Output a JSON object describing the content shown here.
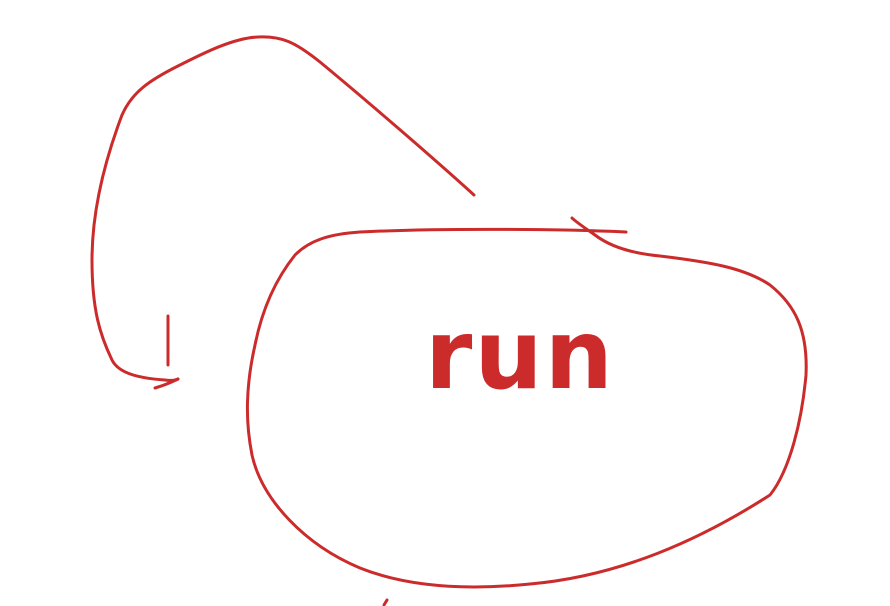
{
  "word": "run",
  "colors": {
    "ink": "#cc2b2b",
    "background": "#ffffff"
  },
  "shapes": [
    "loop-arrow",
    "ellipse"
  ]
}
